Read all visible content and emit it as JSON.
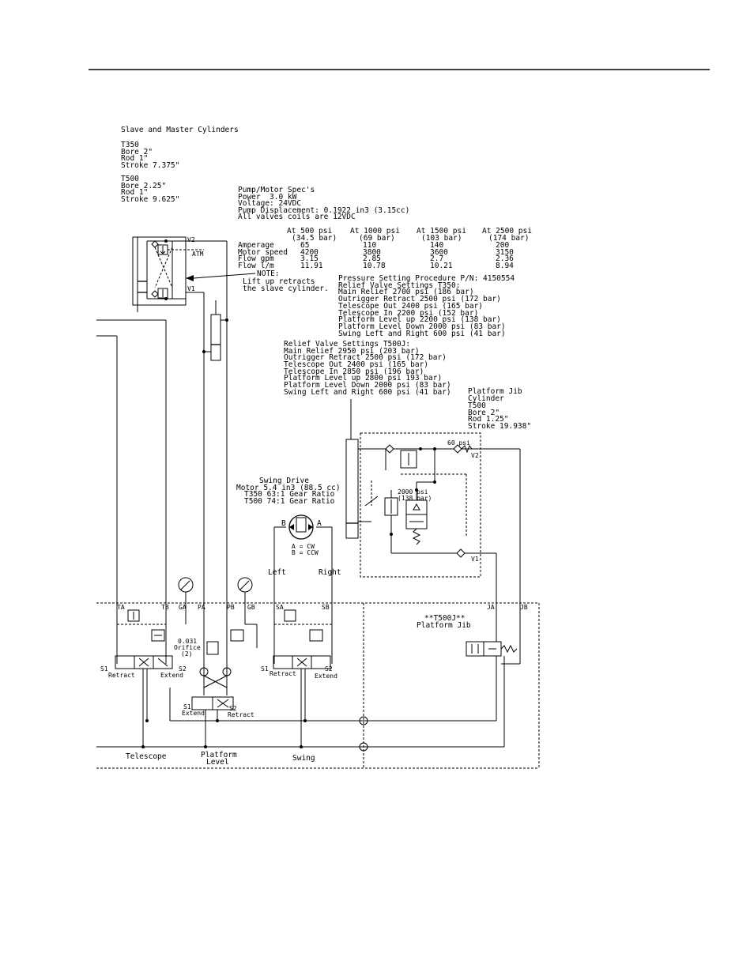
{
  "title": "Slave and Master Cylinders",
  "t350": {
    "label": "T350",
    "bore": "Bore 2\"",
    "rod": "Rod 1\"",
    "stroke": "Stroke 7.375\""
  },
  "t500": {
    "label": "T500",
    "bore": "Bore 2.25\"",
    "rod": "Rod 1\"",
    "stroke": "Stroke 9.625\""
  },
  "pump": {
    "lines": [
      "Pump/Motor Spec's",
      "Power  3.0 kW",
      "Voltage: 24VDC",
      "Pump Displacement: 0.1922 in3 (3.15cc)",
      "All valves coils are 12VDC"
    ],
    "columns": [
      "At 500 psi",
      "At 1000 psi",
      "At 1500 psi",
      "At 2500 psi"
    ],
    "column_bars": [
      "(34.5 bar)",
      "(69 bar)",
      "(103 bar)",
      "(174 bar)"
    ],
    "rows": [
      {
        "label": "Amperage",
        "values": [
          "65",
          "110",
          "140",
          "200"
        ]
      },
      {
        "label": "Motor speed",
        "values": [
          "4200",
          "3800",
          "3600",
          "3150"
        ]
      },
      {
        "label": "Flow gpm",
        "values": [
          "3.15",
          "2.85",
          "2.7",
          "2.36"
        ]
      },
      {
        "label": "Flow l/m",
        "values": [
          "11.91",
          "10.78",
          "10.21",
          "8.94"
        ]
      }
    ]
  },
  "note": {
    "title": "NOTE:",
    "line1": "Lift up retracts",
    "line2": "the slave cylinder."
  },
  "relief_t350": [
    "Pressure Setting Procedure P/N: 4150554",
    "Relief Valve Settings T350:",
    "Main Relief 2700 psi (186 bar)",
    "Outrigger Retract 2500 psi (172 bar)",
    "Telescope Out 2400 psi (165 bar)",
    "Telescope In 2200 psi (152 bar)",
    "Platform Level up 2200 psi (138 bar)",
    "Platform Level Down 2000 psi (83 bar)",
    "Swing Left and Right 600 psi (41 bar)"
  ],
  "relief_t500j": [
    "Relief Valve Settings T500J:",
    "Main Relief 2950 psi (203 bar)",
    "Outrigger Retract 2500 psi (172 bar)",
    "Telescope Out 2400 psi (165 bar)",
    "Telescope In 2850 psi (196 bar)",
    "Platform Level up 2800 psi 193 bar)",
    "Platform Level Down 2000 psi (83 bar)",
    "Swing Left and Right 600 psi (41 bar)"
  ],
  "jib_cyl": [
    "Platform Jib",
    "Cylinder",
    "T500",
    "Bore 2\"",
    "Rod 1.25\"",
    "Stroke 19.938\""
  ],
  "swing_drive": [
    "Swing Drive",
    "Motor 5.4 in3 (88.5 cc)",
    "T350 63:1 Gear Ratio",
    "T500 74:1 Gear Ratio"
  ],
  "motor": {
    "a": "A",
    "b": "B",
    "cw": "A = CW",
    "ccw": "B = CCW"
  },
  "labels": {
    "v2": "V2",
    "v1": "V1",
    "atm": "ATM",
    "psi60": "60 psi",
    "psi2000": "2000 psi",
    "bar138": "(138 bar)",
    "left": "Left",
    "right": "Right",
    "orifice1": "0.031",
    "orifice2": "Orifice",
    "orifice3": "(2)",
    "jib_title1": "**T500J**",
    "jib_title2": "Platform Jib",
    "telescope": "Telescope",
    "platform": "Platform",
    "level": "Level",
    "swing": "Swing",
    "retract": "Retract",
    "extend": "Extend",
    "s1": "S1",
    "s2": "S2"
  },
  "ports": [
    "TA",
    "TB",
    "GA",
    "PA",
    "PB",
    "GB",
    "SA",
    "SB",
    "JA",
    "JB"
  ]
}
